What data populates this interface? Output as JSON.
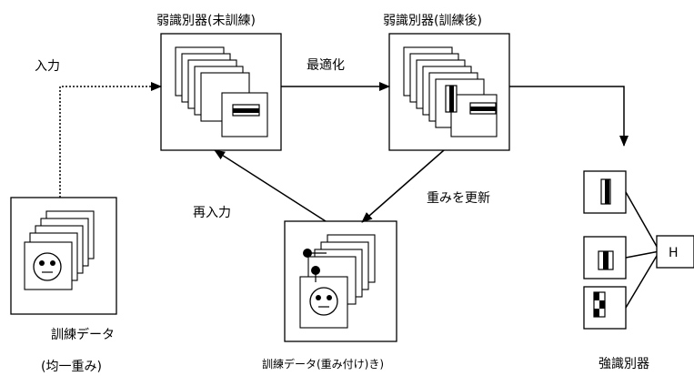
{
  "labels": {
    "weak_untrained": "弱識別器(未訓練)",
    "weak_trained": "弱識別器(訓練後)",
    "input": "入力",
    "optimize": "最適化",
    "reinput": "再入力",
    "update_weights": "重みを更新",
    "train_data_line1": "訓練データ",
    "train_data_line2": "(均一重み)",
    "weighted_data": "訓練データ(重み付け)き)",
    "strong": "強識別器",
    "h_label": "H"
  }
}
